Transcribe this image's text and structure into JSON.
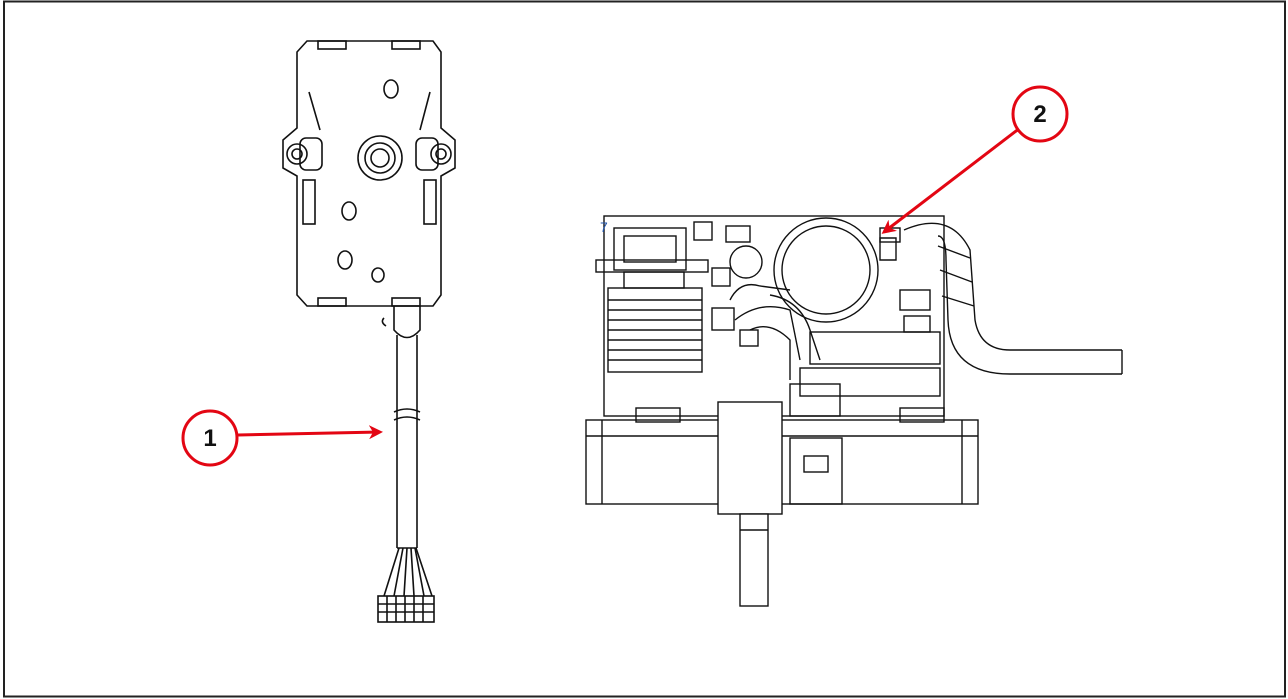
{
  "callouts": [
    {
      "label": "1"
    },
    {
      "label": "2"
    }
  ],
  "components": {
    "left": "actuator-with-cable",
    "right": "actuator-open-circuit-board"
  },
  "colors": {
    "callout": "#e30613",
    "line": "#111111",
    "frame": "#222222",
    "pcb_text": "#2255aa"
  },
  "pcb_marking": "7"
}
